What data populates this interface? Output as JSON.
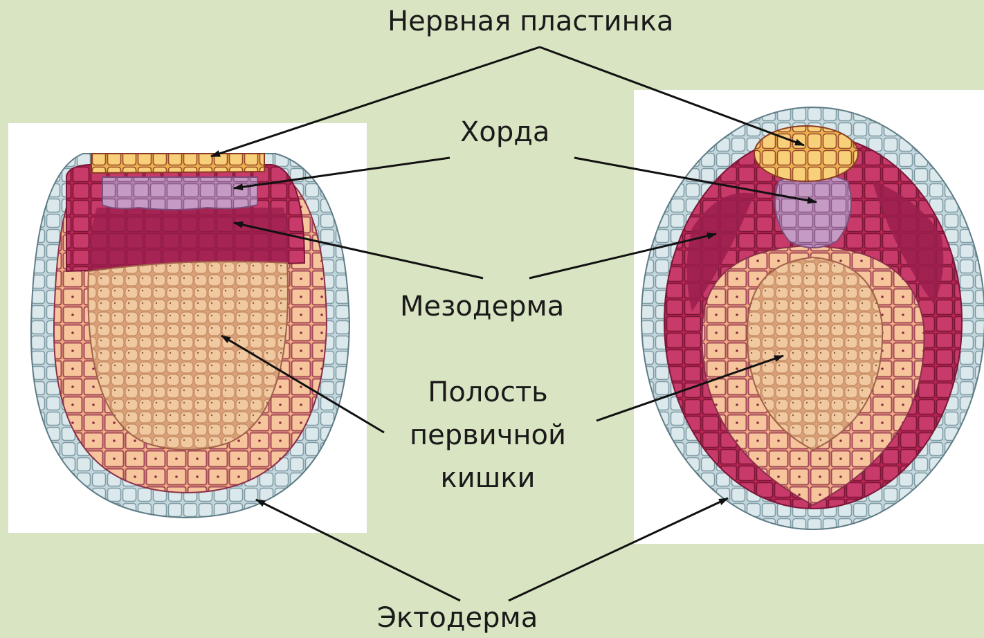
{
  "labels": {
    "neural_plate": "Нервная пластинка",
    "chorda": "Хорда",
    "mesoderm": "Мезодерма",
    "cavity_line1": "Полость",
    "cavity_line2": "первичной",
    "cavity_line3": "кишки",
    "ectoderm": "Эктодерма"
  },
  "colors": {
    "background": "#d9e4c2",
    "panel": "#ffffff",
    "ectoderm": "#b9cfd6",
    "neural_plate": "#f4c56a",
    "chorda": "#b98ab6",
    "mesoderm": "#b7245a",
    "endoderm": "#f2b88a",
    "yolk": "#e8b88e",
    "arrow": "#111111"
  }
}
